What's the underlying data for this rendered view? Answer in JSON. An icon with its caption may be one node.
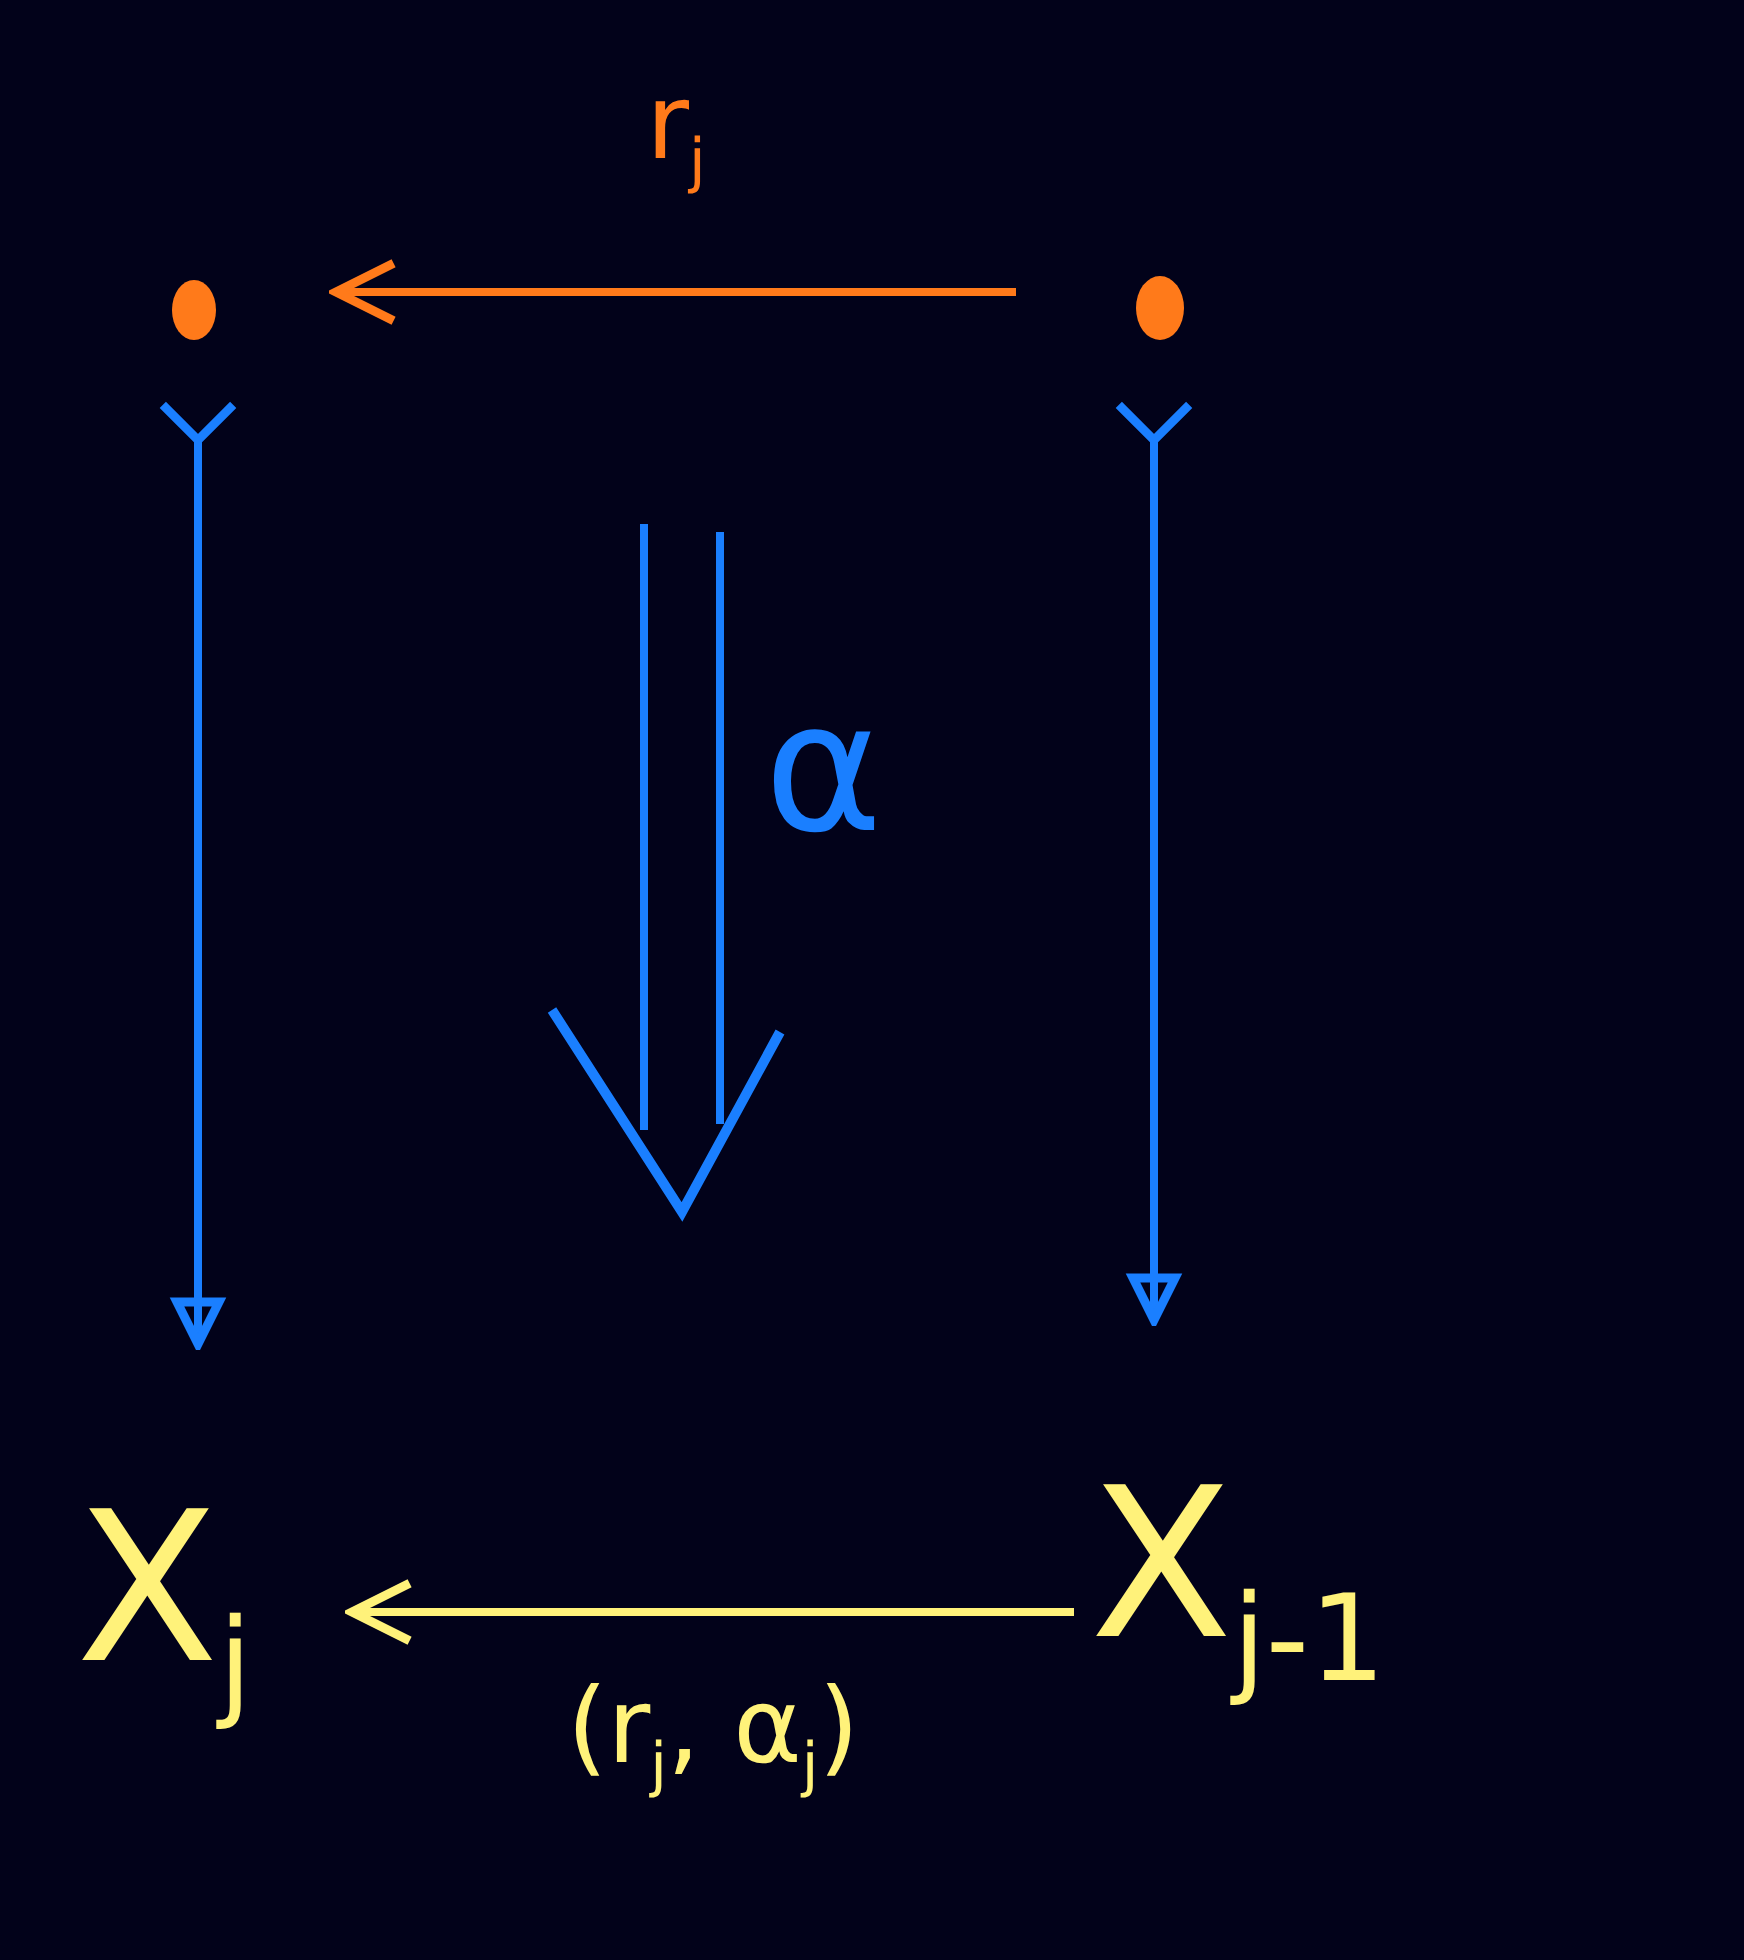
{
  "diagram": {
    "nodes": [
      {
        "text": [],
        "shape": "circle"
      },
      {
        "text": [],
        "shape": "circle"
      },
      {
        "text": [
          "X$_{j}$"
        ]
      },
      {
        "text": [
          "X$_{j-1}$"
        ]
      }
    ],
    "edges": [
      {
        "from": 1,
        "to": 0,
        "arrow": "to",
        "label": "r$_{j}$",
        "color": "#ff7a1a"
      },
      {
        "from": 0,
        "to": 2,
        "arrow": "to"
      },
      {
        "from": 1,
        "to": 3,
        "arrow": "to"
      },
      {
        "from": 3,
        "to": 2,
        "arrow": "to",
        "label": "(r$_{j}$, α$_{j}$)",
        "color": "#fff27a"
      }
    ],
    "labels": [
      "α"
    ]
  }
}
